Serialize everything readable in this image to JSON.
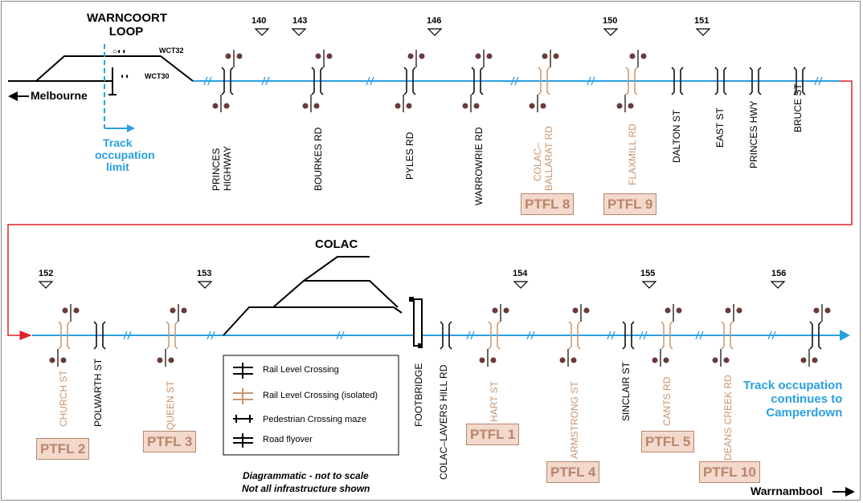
{
  "title_loop": [
    "WARNCOORT",
    "LOOP"
  ],
  "title_colac": "COLAC",
  "signals": [
    "WCT32",
    "WCT30"
  ],
  "direction": {
    "left": "Melbourne",
    "right": "Warrnambool"
  },
  "notes": {
    "occupation_limit": [
      "Track",
      "occupation",
      "limit"
    ],
    "continues": [
      "Track occupation",
      "continues to",
      "Camperdown"
    ],
    "diagrammatic": "Diagrammatic - not to scale",
    "not_all": "Not all infrastructure shown"
  },
  "kilometres_top": [
    "140",
    "143",
    "146",
    "150",
    "151"
  ],
  "kilometres_bottom": [
    "152",
    "153",
    "154",
    "155",
    "156"
  ],
  "crossings_top": [
    {
      "name": [
        "PRINCES",
        "HIGHWAY"
      ],
      "isolated": false
    },
    {
      "name": [
        "BOURKES RD"
      ],
      "isolated": false
    },
    {
      "name": [
        "PYLES RD"
      ],
      "isolated": false
    },
    {
      "name": [
        "WARROWRIE RD"
      ],
      "isolated": false
    },
    {
      "name": [
        "COLAC–",
        "BALLARAT RD"
      ],
      "isolated": true
    },
    {
      "name": [
        "FLAXMILL RD"
      ],
      "isolated": true
    },
    {
      "name": [
        "DALTON ST"
      ],
      "isolated": false
    },
    {
      "name": [
        "EAST ST"
      ],
      "isolated": false
    },
    {
      "name": [
        "PRINCES HWY"
      ],
      "isolated": false
    },
    {
      "name": [
        "BRUCE ST"
      ],
      "isolated": false
    }
  ],
  "crossings_bottom": [
    {
      "name": [
        "CHURCH ST"
      ],
      "isolated": true
    },
    {
      "name": [
        "POLWARTH ST"
      ],
      "isolated": false
    },
    {
      "name": [
        "QUEEN ST"
      ],
      "isolated": true
    },
    {
      "name": [
        "FOOTBRIDGE"
      ],
      "isolated": false
    },
    {
      "name": [
        "COLAC–LAVERS HILL RD"
      ],
      "isolated": false
    },
    {
      "name": [
        "HART ST"
      ],
      "isolated": true
    },
    {
      "name": [
        "ARMSTRONG ST"
      ],
      "isolated": true
    },
    {
      "name": [
        "SINCLAIR ST"
      ],
      "isolated": false
    },
    {
      "name": [
        "CANTS RD"
      ],
      "isolated": true
    },
    {
      "name": [
        "DEANS CREEK RD"
      ],
      "isolated": true
    }
  ],
  "ptfl": [
    "PTFL 8",
    "PTFL 9",
    "PTFL 2",
    "PTFL 3",
    "PTFL 1",
    "PTFL 4",
    "PTFL 5",
    "PTFL 10"
  ],
  "legend": [
    "Rail Level Crossing",
    "Rail Level Crossing (isolated)",
    "Pedestrian Crossing maze",
    "Road flyover"
  ],
  "colors": {
    "track": "#2aa0e0",
    "isolated": "#c8956c",
    "ptfl_fill": "#f3d9cc",
    "ptfl_text": "#b8856c",
    "link": "#e0202a",
    "signal": "#6b3a3a"
  }
}
